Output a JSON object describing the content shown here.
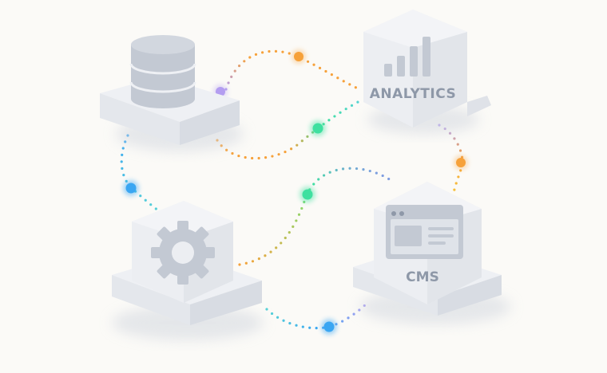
{
  "nodes": {
    "database": {
      "label": ""
    },
    "analytics": {
      "label": "ANALYTICS"
    },
    "settings": {
      "label": ""
    },
    "cms": {
      "label": "CMS"
    }
  },
  "colors": {
    "background": "#fbfaf7",
    "tile_top": "#eef0f4",
    "tile_side": "#e1e4ea",
    "tile_front": "#d7dbe2",
    "icon": "#c3c9d3",
    "label": "#8e98a8",
    "orange": "#f6a13a",
    "purple": "#b39df0",
    "green": "#3fe0a0",
    "blue": "#3aa6f2",
    "teal": "#56d2d6"
  },
  "icons": {
    "database": "database-icon",
    "analytics": "bar-chart-icon",
    "settings": "gear-icon",
    "cms": "browser-window-icon"
  },
  "connections": [
    {
      "from": "database",
      "to": "analytics",
      "colors": [
        "purple",
        "orange"
      ]
    },
    {
      "from": "database",
      "to": "analytics",
      "colors": [
        "orange",
        "green"
      ]
    },
    {
      "from": "analytics",
      "to": "cms",
      "colors": [
        "purple",
        "orange"
      ]
    },
    {
      "from": "database",
      "to": "settings",
      "colors": [
        "teal",
        "blue"
      ]
    },
    {
      "from": "settings",
      "to": "cms",
      "colors": [
        "orange",
        "green"
      ]
    },
    {
      "from": "settings",
      "to": "cms",
      "colors": [
        "teal",
        "blue",
        "purple"
      ]
    }
  ]
}
